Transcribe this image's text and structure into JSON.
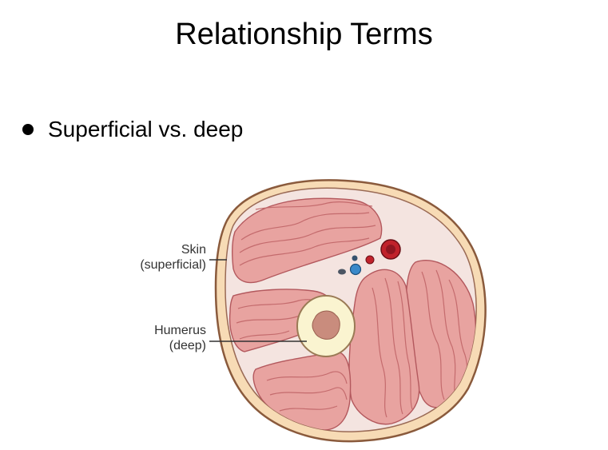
{
  "slide": {
    "title": "Relationship Terms",
    "bullet": "Superficial vs. deep"
  },
  "diagram": {
    "labels": [
      {
        "line1": "Skin",
        "line2": "(superficial)"
      },
      {
        "line1": "Humerus",
        "line2": "(deep)"
      }
    ]
  },
  "colors": {
    "skin": "#f7dbb5",
    "skin_outline": "#8a5a3c",
    "muscle": "#e8a3a0",
    "muscle_stripe": "#c46b6d",
    "fascia": "#f4e4e0",
    "bone": "#faf4d0",
    "marrow": "#c98c7d",
    "artery": "#c0222b",
    "vein": "#3a89c9"
  }
}
